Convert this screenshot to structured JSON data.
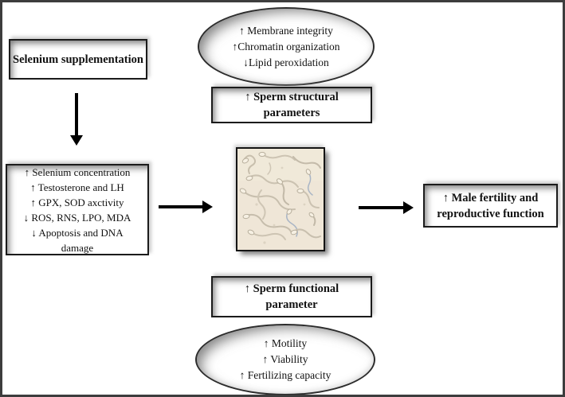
{
  "figure": {
    "boxes": {
      "selenium": {
        "label": "Selenium supplementation"
      },
      "effects": {
        "lines": [
          "↑ Selenium concentration",
          "↑ Testosterone and LH",
          "↑ GPX, SOD axctivity",
          "↓ ROS, RNS, LPO, MDA",
          "↓ Apoptosis and DNA",
          "damage"
        ]
      },
      "structural": {
        "line1": "↑ Sperm structural",
        "line2": "parameters"
      },
      "functional": {
        "line1": "↑ Sperm functional",
        "line2": "parameter"
      },
      "fertility": {
        "line1": "↑ Male fertility and",
        "line2": "reproductive function"
      }
    },
    "ellipses": {
      "top": {
        "lines": [
          "↑ Membrane integrity",
          "↑Chromatin organization",
          "↓Lipid peroxidation"
        ]
      },
      "bottom": {
        "lines": [
          "↑ Motility",
          "↑ Viability",
          "↑ Fertilizing capacity"
        ]
      }
    },
    "image": {
      "name": "sperm-micrograph"
    },
    "colors": {
      "outer_border": "#3d3d3d",
      "box_border": "#1b1b1b",
      "arrow": "#000000",
      "micrograph_background": "#efe6d7",
      "shadow_gray": "#8c8c8c"
    }
  }
}
